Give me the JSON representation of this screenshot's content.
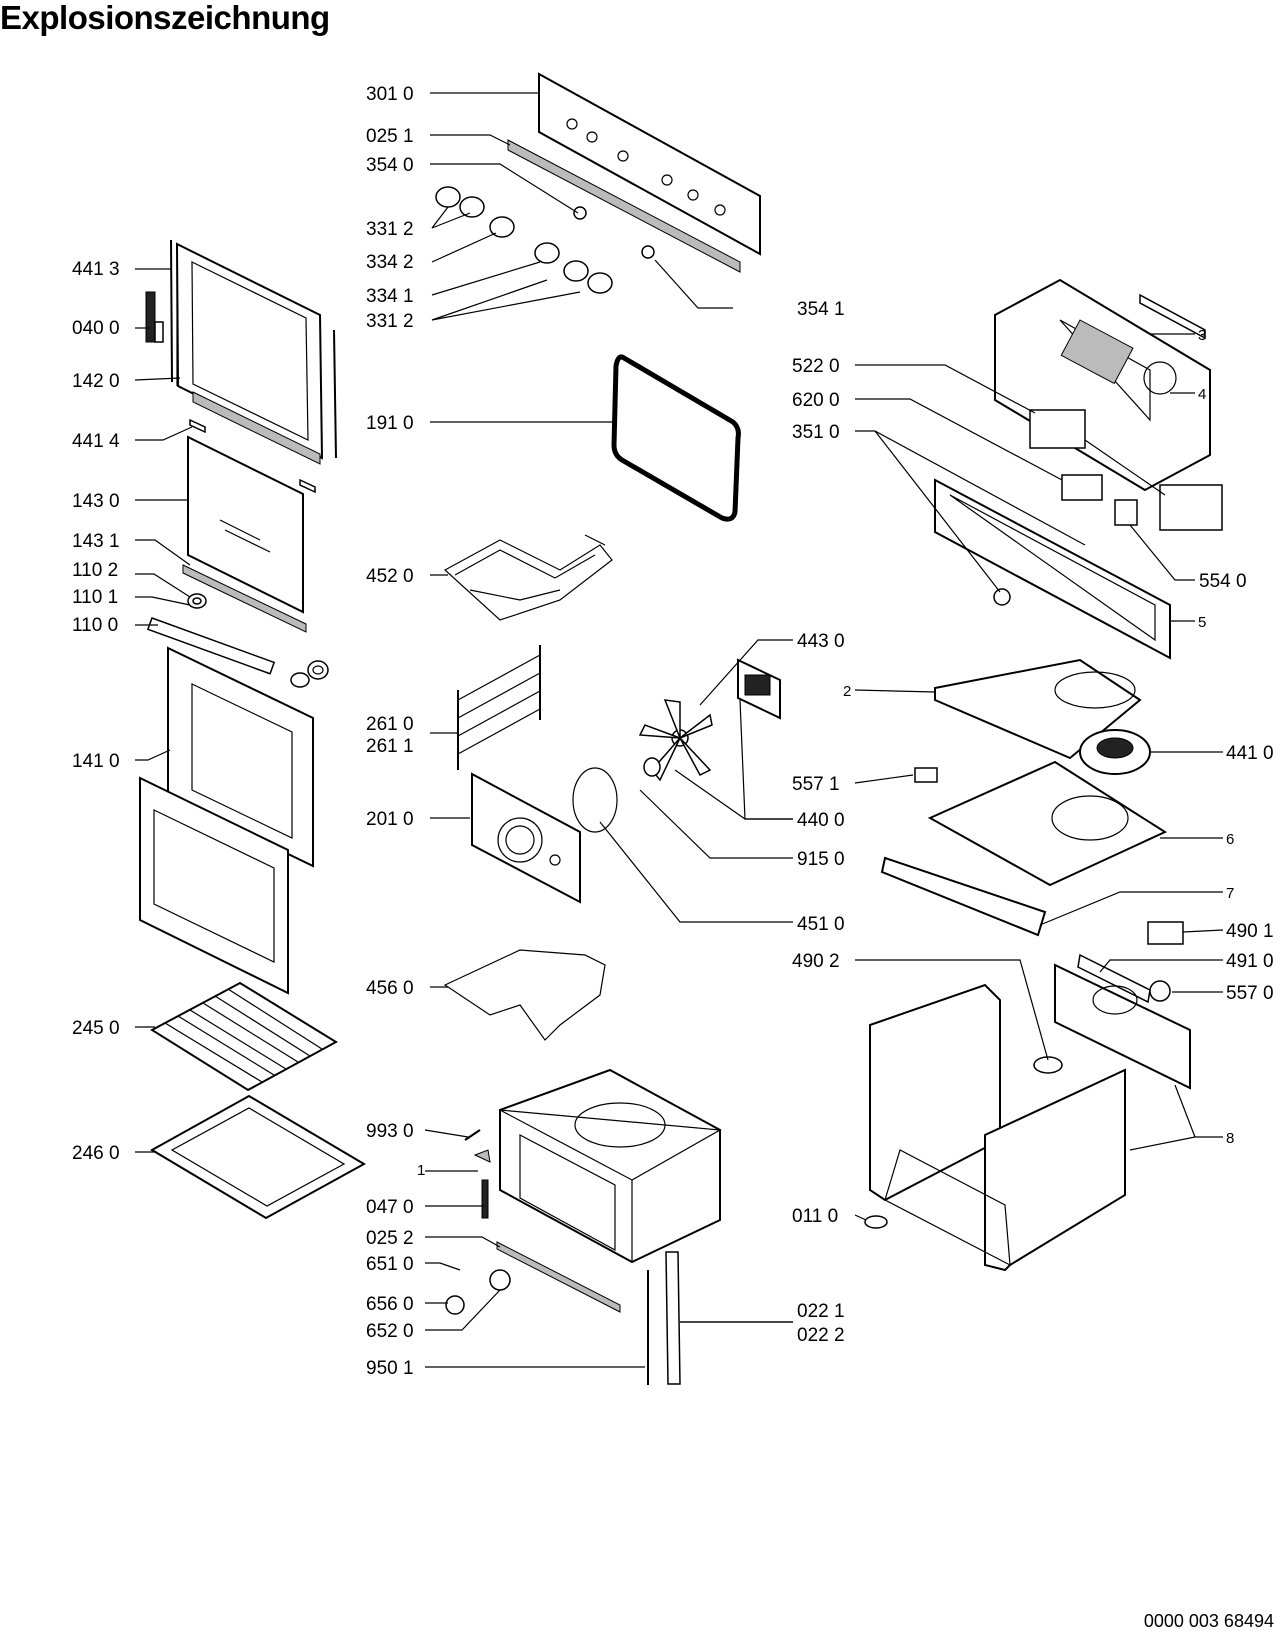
{
  "title": "Explosionszeichnung",
  "document_number": "0000 003 68494",
  "callouts": {
    "p3010": "301 0",
    "p0251": "025 1",
    "p3540": "354 0",
    "p3312a": "331 2",
    "p3342": "334 2",
    "p3341": "334 1",
    "p3312b": "331 2",
    "p3541": "354 1",
    "p4413": "441 3",
    "p0400": "040 0",
    "p1420": "142 0",
    "p4414": "441 4",
    "p1430": "143 0",
    "p1431": "143 1",
    "p1102": "110 2",
    "p1101": "110 1",
    "p1100": "110 0",
    "p1410": "141 0",
    "p2450": "245 0",
    "p2460": "246 0",
    "p1910": "191 0",
    "p4520": "452 0",
    "p2610": "261 0",
    "p2611": "261 1",
    "p2010": "201 0",
    "p4560": "456 0",
    "p9930": "993 0",
    "p1": "1",
    "p0470": "047 0",
    "p0252": "025 2",
    "p6510": "651 0",
    "p6560": "656 0",
    "p6520": "652 0",
    "p9501": "950 1",
    "p0221": "022 1",
    "p0222": "022 2",
    "p3": "3",
    "p4": "4",
    "p5220": "522 0",
    "p6200": "620 0",
    "p3510": "351 0",
    "p5540": "554 0",
    "p5": "5",
    "p4430": "443 0",
    "p2": "2",
    "p4410": "441 0",
    "p5571": "557 1",
    "p4400": "440 0",
    "p9150": "915 0",
    "p6": "6",
    "p7": "7",
    "p4510": "451 0",
    "p4901": "490 1",
    "p4902": "490 2",
    "p4910": "491 0",
    "p5570": "557 0",
    "p8": "8",
    "p0110": "011 0"
  },
  "icons": {
    "oven_parts": "exploded-line-drawing"
  }
}
